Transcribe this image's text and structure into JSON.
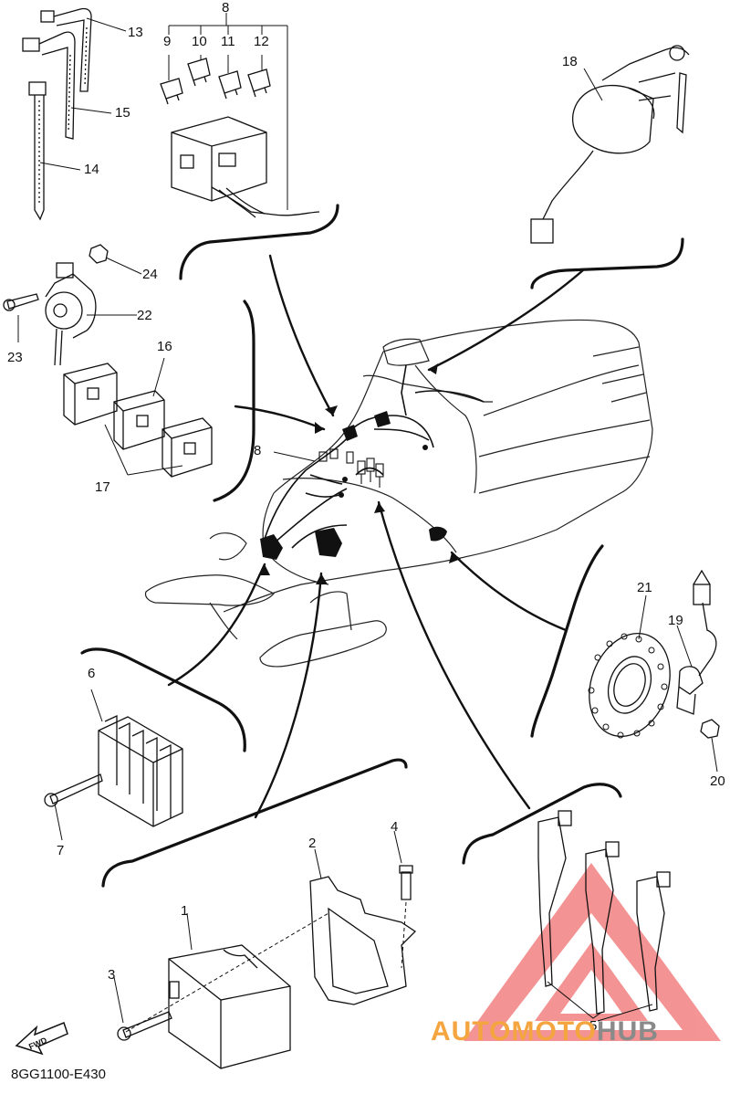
{
  "diagram": {
    "part_numbers": [
      "1",
      "2",
      "3",
      "4",
      "5",
      "6",
      "7",
      "8",
      "8",
      "9",
      "10",
      "11",
      "12",
      "13",
      "14",
      "15",
      "16",
      "17",
      "18",
      "19",
      "20",
      "21",
      "22",
      "23",
      "24"
    ],
    "fwd_label": "FWD",
    "diagram_code": "8GG1100-E430"
  },
  "watermark": {
    "part1": "AUTOMOTO",
    "part2": "HUB",
    "color1": "#f4a540",
    "color2": "#8a8a8a",
    "triangle_color": "#f07070"
  }
}
